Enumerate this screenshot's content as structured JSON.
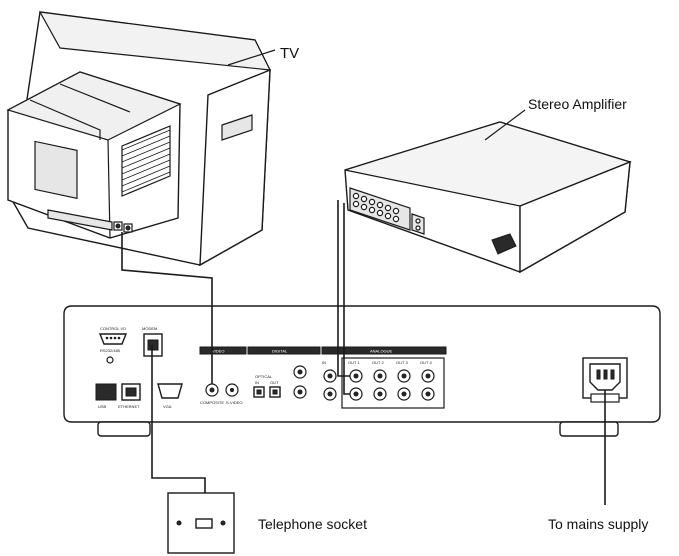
{
  "labels": {
    "tv": "TV",
    "amplifier": "Stereo Amplifier",
    "telephone": "Telephone socket",
    "mains": "To mains supply"
  },
  "panel": {
    "control_io": "CONTROL I/O",
    "rs232": "RS232/485",
    "modem": "MODEM",
    "usb": "USB",
    "ethernet": "ETHERNET",
    "vga": "VGA",
    "video_header": "VIDEO",
    "digital_header": "DIGITAL",
    "analogue_header": "ANALOGUE",
    "optical": "OPTICAL",
    "in": "IN",
    "out": "OUT",
    "composite": "COMPOSITE",
    "svideo": "S-VIDEO",
    "out1": "OUT 1",
    "out2": "OUT 2",
    "out3": "OUT 3",
    "out4": "OUT 4"
  }
}
